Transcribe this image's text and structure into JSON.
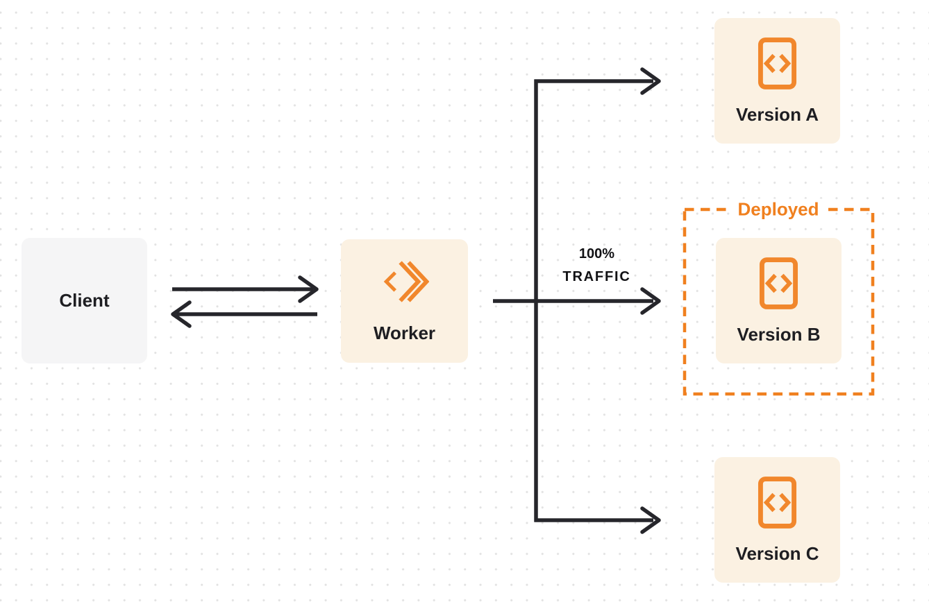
{
  "colors": {
    "accent_orange": "#f0801f",
    "icon_orange": "#f1872c",
    "line_dark": "#26262b",
    "card_cream": "#fbf1e2",
    "card_gray": "#f5f5f6",
    "label_dark": "#1e1e22",
    "dot_grid": "#e2e2e2"
  },
  "nodes": {
    "client": {
      "label": "Client"
    },
    "worker": {
      "label": "Worker",
      "icon": "workers-chevron-icon"
    },
    "versions": [
      {
        "label": "Version A",
        "icon": "code-file-icon"
      },
      {
        "label": "Version B",
        "icon": "code-file-icon"
      },
      {
        "label": "Version C",
        "icon": "code-file-icon"
      }
    ]
  },
  "edges": {
    "traffic_label_line1": "100%",
    "traffic_label_line2": "TRAFFIC"
  },
  "deployed_box": {
    "label": "Deployed"
  }
}
